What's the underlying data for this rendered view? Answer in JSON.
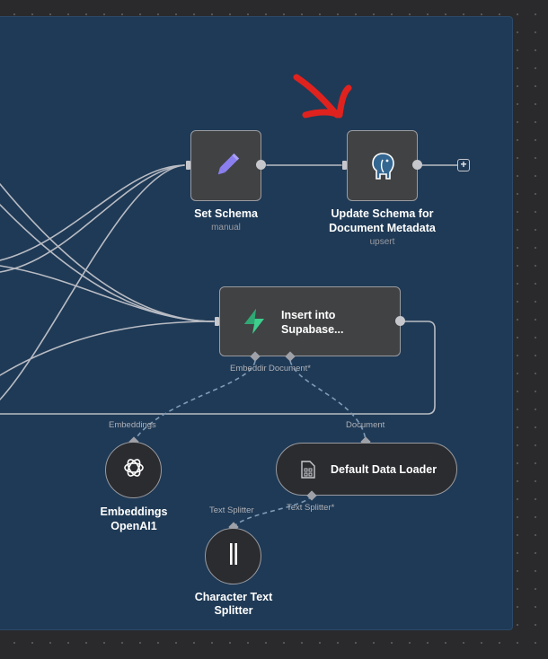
{
  "nodes": {
    "set_schema": {
      "title": "Set Schema",
      "subtitle": "manual",
      "icon": "pencil-icon"
    },
    "update_schema": {
      "title_line1": "Update Schema for",
      "title_line2": "Document Metadata",
      "subtitle": "upsert",
      "icon": "postgres-elephant-icon"
    },
    "insert_supabase": {
      "title_line1": "Insert into",
      "title_line2": "Supabase...",
      "icon": "supabase-bolt-icon"
    },
    "embeddings": {
      "title_line1": "Embeddings",
      "title_line2": "OpenAI1",
      "icon": "openai-icon"
    },
    "default_loader": {
      "title": "Default Data Loader",
      "icon": "document-data-icon"
    },
    "char_splitter": {
      "title_line1": "Character Text",
      "title_line2": "Splitter",
      "icon": "splitter-bars-icon"
    }
  },
  "connectors": {
    "embedding_in": "Embeddir",
    "document_in": "Document*",
    "embeddings_out": "Embeddings",
    "document_out": "Document",
    "text_splitter_out": "Text Splitter",
    "text_splitter_in": "Text Splitter*"
  },
  "colors": {
    "canvas": "#2a2a2c",
    "group_background": "#1f3a56",
    "node_fill": "#414244",
    "annotation_arrow": "#e0221e",
    "pencil_accent": "#8b7ff0",
    "supabase_green": "#3ecf8e",
    "postgres_blue": "#336791"
  }
}
